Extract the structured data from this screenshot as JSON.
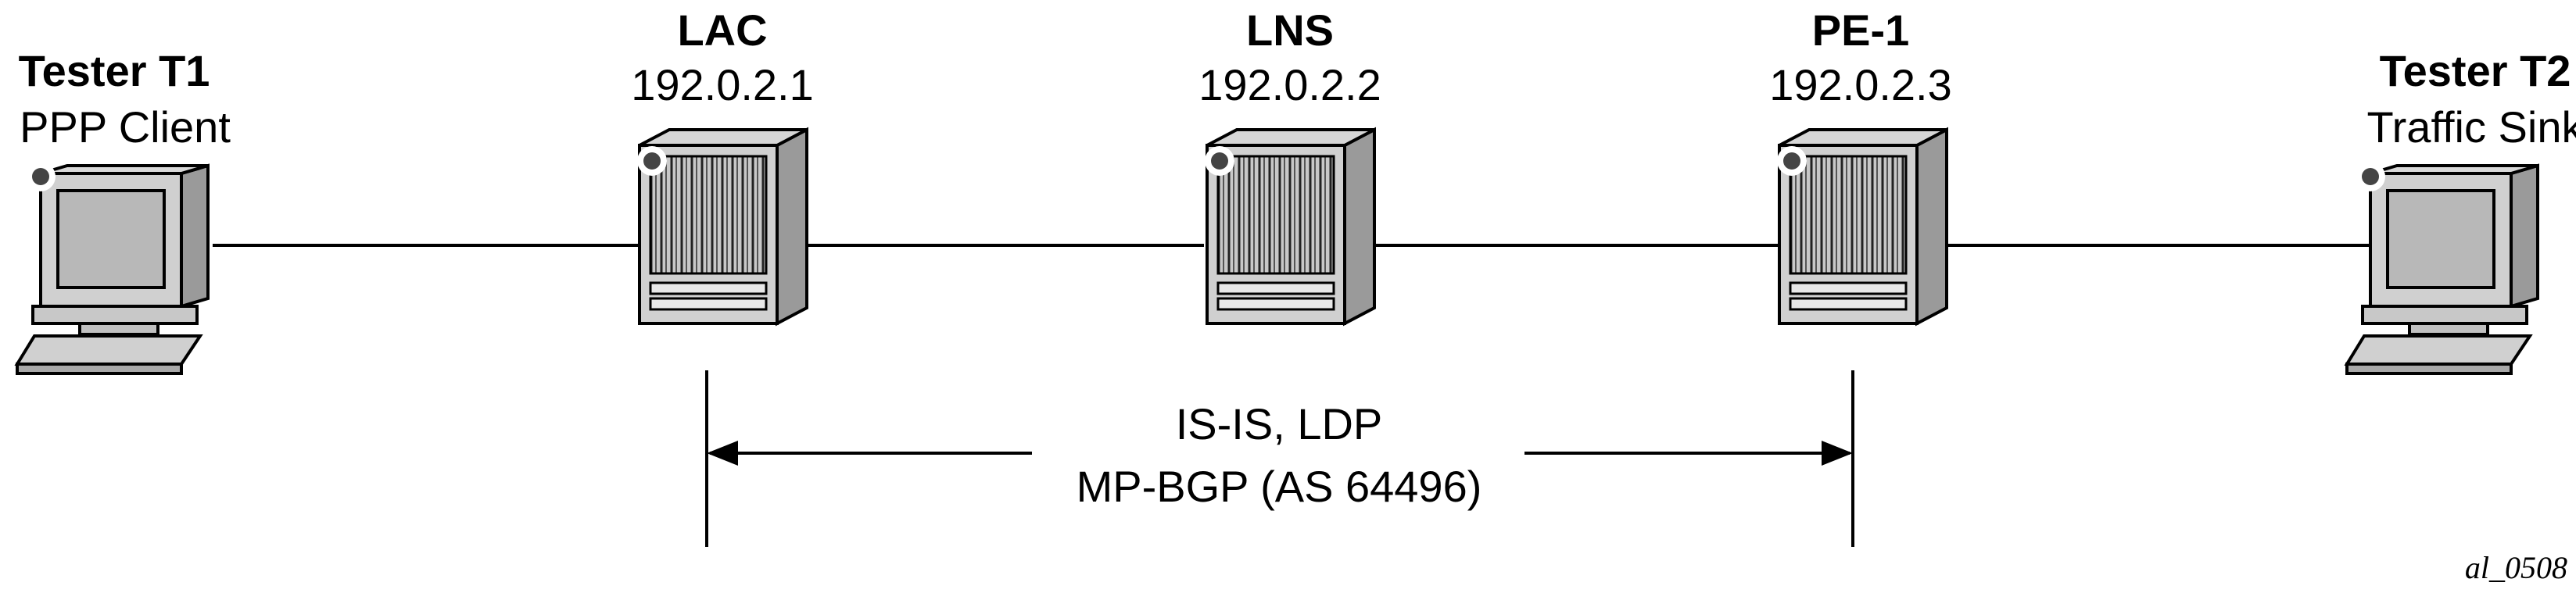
{
  "nodes": {
    "tester_t1": {
      "name": "Tester T1",
      "role": "PPP Client",
      "icon": "pc-icon"
    },
    "lac": {
      "name": "LAC",
      "ip": "192.0.2.1",
      "icon": "router-icon"
    },
    "lns": {
      "name": "LNS",
      "ip": "192.0.2.2",
      "icon": "router-icon"
    },
    "pe1": {
      "name": "PE-1",
      "ip": "192.0.2.3",
      "icon": "router-icon"
    },
    "tester_t2": {
      "name": "Tester T2",
      "role": "Traffic Sink",
      "icon": "pc-icon"
    }
  },
  "protocols": {
    "line1": "IS-IS, LDP",
    "line2": "MP-BGP (AS 64496)"
  },
  "figure_id": "al_0508"
}
